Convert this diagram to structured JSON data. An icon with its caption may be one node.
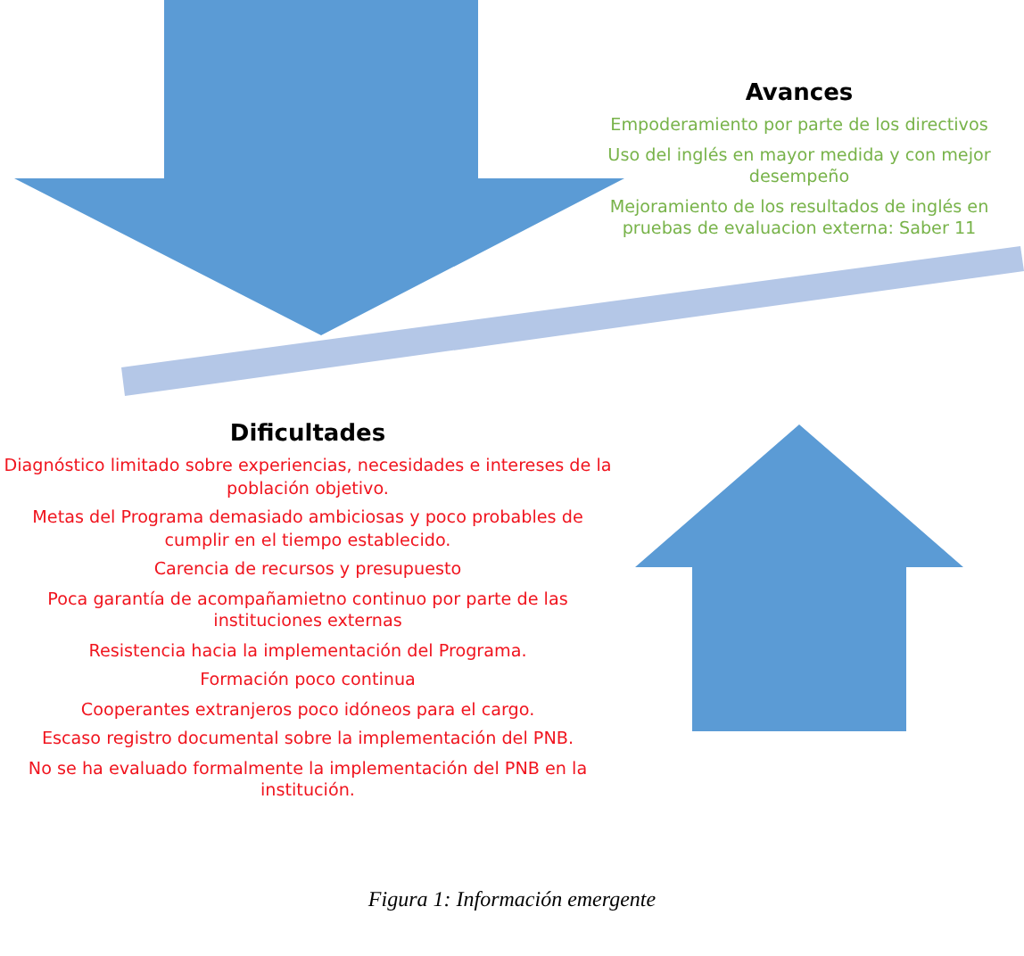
{
  "diagram": {
    "caption": "Figura 1: Información emergente",
    "labels": [
      "Avances",
      "Empoderamiento por parte de los directivos",
      "Uso del inglés en mayor medida y con mejor desempeño",
      "Mejoramiento de los resultados de inglés en pruebas de evaluacion externa: Saber 11",
      "Dificultades",
      "Diagnóstico limitado sobre experiencias, necesidades e intereses de la población objetivo.",
      "Metas del Programa demasiado ambiciosas y poco probables de cumplir en el tiempo establecido.",
      "Carencia de recursos y presupuesto",
      "Poca garantía de acompañamietno continuo por parte de las instituciones externas",
      "Resistencia hacia la implementación del Programa.",
      "Formación poco continua",
      "Cooperantes extranjeros poco idóneos para el cargo.",
      "Escaso registro documental sobre la implementación del PNB.",
      "No se ha evaluado formalmente la implementación del PNB  en la institución."
    ]
  }
}
